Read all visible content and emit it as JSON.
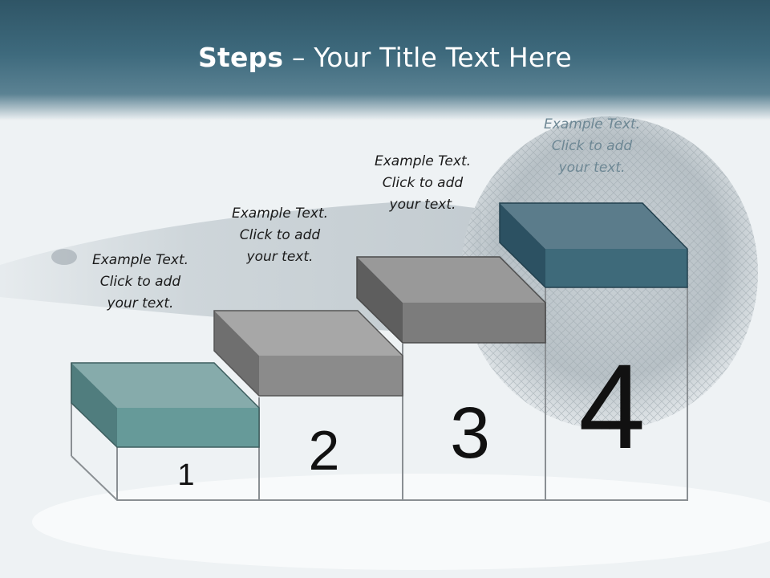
{
  "title": {
    "bold": "Steps",
    "rest": " – Your Title Text Here"
  },
  "steps": [
    {
      "number": "1",
      "caption": [
        "Example Text.",
        "Click  to add",
        "your text."
      ],
      "color": "#6a9e9e"
    },
    {
      "number": "2",
      "caption": [
        "Example Text.",
        "Click  to add",
        "your text."
      ],
      "color": "#8c8c8c"
    },
    {
      "number": "3",
      "caption": [
        "Example Text.",
        "Click  to add",
        "your text."
      ],
      "color": "#7d7d7d"
    },
    {
      "number": "4",
      "caption": [
        "Example Text.",
        "Click  to add",
        "your text."
      ],
      "color": "#3f6a7a"
    }
  ],
  "colors": {
    "header": "#3e6a7d",
    "title_text": "#ffffff"
  }
}
